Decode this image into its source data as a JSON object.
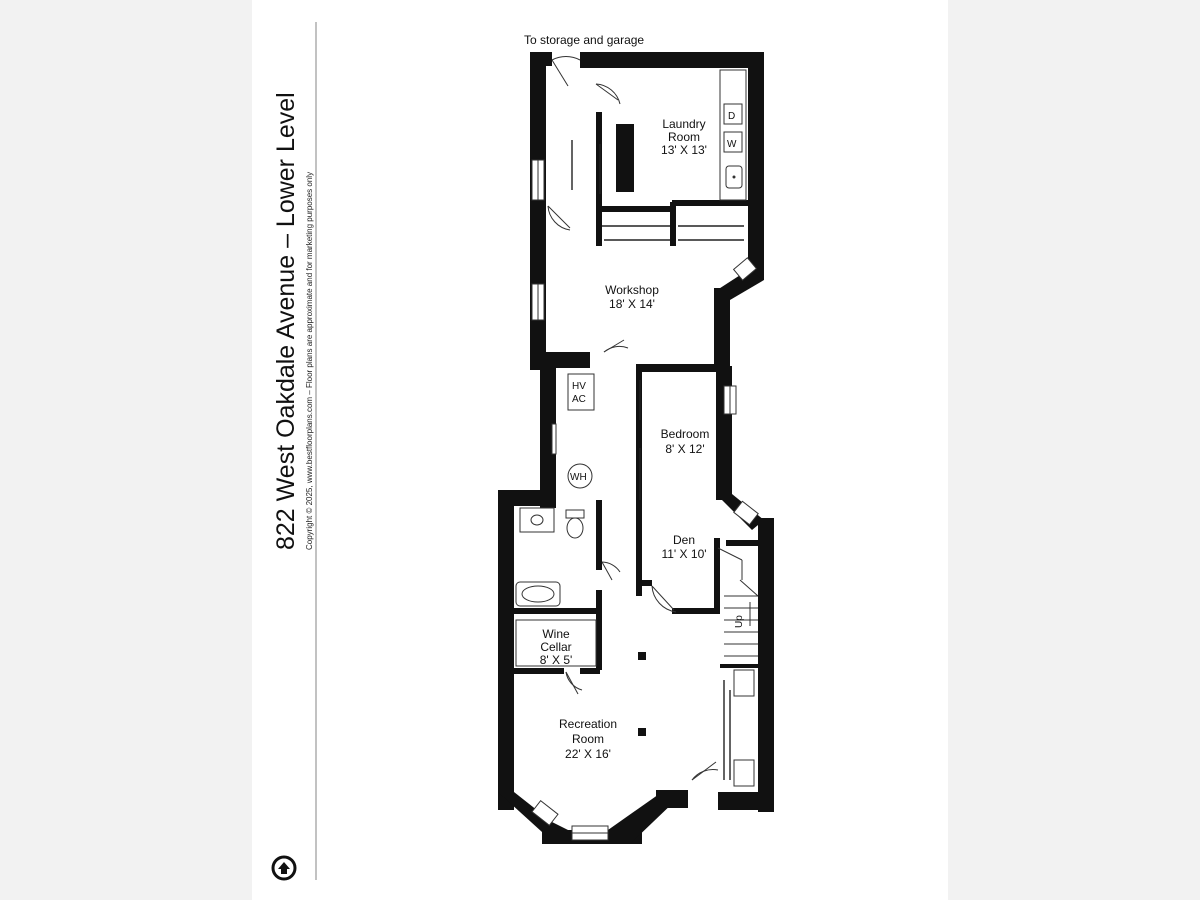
{
  "header": {
    "title": "822 West Oakdale Avenue – Lower Level",
    "copyright": "Copyright © 2025, www.bestfloorplans.com – Floor plans are approximate and for marketing purposes only"
  },
  "plan": {
    "top_note": "To storage and garage",
    "rooms": {
      "laundry": {
        "name_line1": "Laundry",
        "name_line2": "Room",
        "size": "13' X 13'"
      },
      "workshop": {
        "name": "Workshop",
        "size": "18' X 14'"
      },
      "bedroom": {
        "name": "Bedroom",
        "size": "8' X 12'"
      },
      "den": {
        "name": "Den",
        "size": "11' X 10'"
      },
      "wine": {
        "name_line1": "Wine",
        "name_line2": "Cellar",
        "size": "8' X 5'"
      },
      "recreation": {
        "name_line1": "Recreation",
        "name_line2": "Room",
        "size": "22' X 16'"
      }
    },
    "fixtures": {
      "dryer": "D",
      "washer": "W",
      "hvac_line1": "HV",
      "hvac_line2": "AC",
      "water_heater": "WH",
      "stairs": "Up"
    }
  },
  "icons": [
    "compass-icon"
  ]
}
